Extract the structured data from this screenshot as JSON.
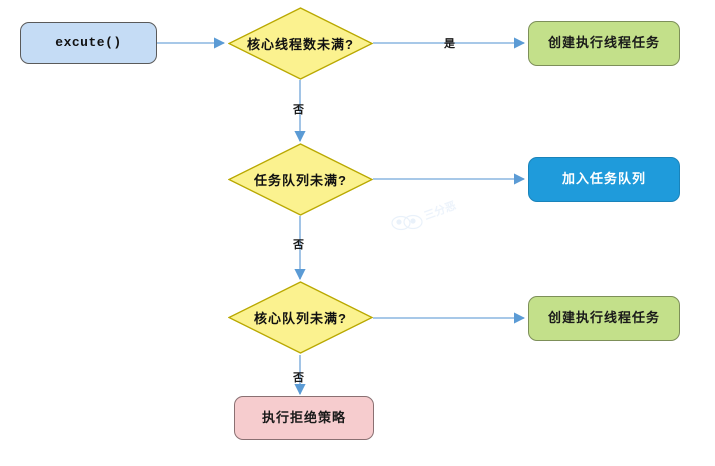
{
  "diagram": {
    "type": "flowchart",
    "title_text": "",
    "background_color": "#ffffff",
    "edge_color": "#8ab6e0",
    "nodes": [
      {
        "id": "start",
        "shape": "rounded-rect",
        "label": "excute()",
        "fill": "#c5dcf5",
        "stroke": "#5a5a5a",
        "text_color": "#111111"
      },
      {
        "id": "d1",
        "shape": "diamond",
        "label": "核心线程数未满?",
        "fill": "#fbf28f",
        "stroke": "#b9a800",
        "text_color": "#111111"
      },
      {
        "id": "a1",
        "shape": "rounded-rect",
        "label": "创建执行线程任务",
        "fill": "#c3e08a",
        "stroke": "#7d8f59",
        "text_color": "#1a1a1a"
      },
      {
        "id": "d2",
        "shape": "diamond",
        "label": "任务队列未满?",
        "fill": "#fbf28f",
        "stroke": "#b9a800",
        "text_color": "#111111"
      },
      {
        "id": "a2",
        "shape": "rounded-rect",
        "label": "加入任务队列",
        "fill": "#1f9bdb",
        "stroke": "#1a83ba",
        "text_color": "#ffffff"
      },
      {
        "id": "d3",
        "shape": "diamond",
        "label": "核心队列未满?",
        "fill": "#fbf28f",
        "stroke": "#b9a800",
        "text_color": "#111111"
      },
      {
        "id": "a3",
        "shape": "rounded-rect",
        "label": "创建执行线程任务",
        "fill": "#c3e08a",
        "stroke": "#7d8f59",
        "text_color": "#1a1a1a"
      },
      {
        "id": "end",
        "shape": "rounded-rect",
        "label": "执行拒绝策略",
        "fill": "#f6ccce",
        "stroke": "#8a7072",
        "text_color": "#1a1a1a"
      }
    ],
    "edge_labels": {
      "yes_1": "是",
      "no_1": "否",
      "no_2": "否",
      "no_3": "否"
    },
    "watermark": {
      "text": "三分恶",
      "color": "#cfe0f5"
    }
  }
}
